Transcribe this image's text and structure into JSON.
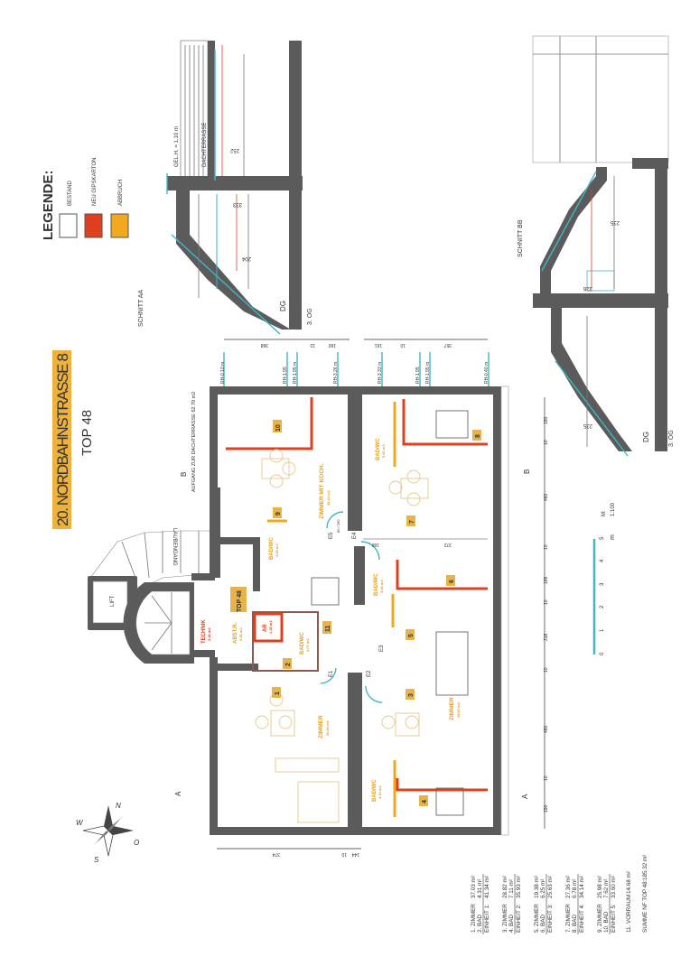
{
  "legend": {
    "title": "LEGENDE:",
    "items": [
      {
        "label": "BESTAND",
        "color": "#ffffff"
      },
      {
        "label": "NEU GIPSKARTON",
        "color": "#e0401e"
      },
      {
        "label": "ABBRUCH",
        "color": "#f2a81f"
      }
    ]
  },
  "header": {
    "title": "20. NORDBAHNSTRASSE 8",
    "subtitle": "TOP 48",
    "title_bg": "#f0b13a"
  },
  "section_aa": {
    "label": "SCHNITT AA",
    "railing": "GEL.H. = 1.10 m",
    "terrace": "DACHTERRASSE",
    "dims": [
      "252",
      "333",
      "204"
    ],
    "floors": [
      "DG",
      "3. OG"
    ]
  },
  "section_bb": {
    "label": "SCHNITT BB",
    "dims": [
      "235",
      "328",
      "235"
    ],
    "floors": [
      "DG",
      "3. OG"
    ]
  },
  "top_dims": [
    "368",
    "10",
    "160",
    "161",
    "10",
    "357"
  ],
  "ceiling_heights": [
    "RH-0.10 m",
    "RH-1.95",
    "RH-1.95 m",
    "RH-3.26 m",
    "RH-3.33 m",
    "RH-1.95",
    "RH-1.95 m",
    "RH-0.40 m"
  ],
  "right_dims": [
    "190",
    "10",
    "460",
    "10",
    "168",
    "10",
    "316",
    "10",
    "480",
    "10",
    "190"
  ],
  "left_dims": [
    "374",
    "10",
    "144"
  ],
  "section_markers": {
    "a": "A",
    "b": "B"
  },
  "plan": {
    "stair_label": "LAUBENGANG",
    "lift_label": "LIFT",
    "access_label": "AUFGANG ZUR DACHTERRASSE 62.70 m2",
    "top_label": "TOP 48",
    "technik": {
      "name": "TECHNIK",
      "area": "3.45 m2"
    },
    "abstr": {
      "name": "ABST.R.",
      "area": "5.58 m2"
    },
    "ar": {
      "name": "AR",
      "area": "1.35 m2"
    },
    "rooms": [
      {
        "num": "10"
      },
      {
        "num": "9"
      },
      {
        "num": "8"
      },
      {
        "num": "7"
      },
      {
        "num": "6"
      },
      {
        "num": "5"
      },
      {
        "num": "11"
      },
      {
        "num": "2"
      },
      {
        "num": "1"
      },
      {
        "num": "3"
      },
      {
        "num": "4"
      }
    ],
    "room_labels": [
      {
        "name": "ZIMMER MIT KOCH.",
        "area": "26.16 m2"
      },
      {
        "name": "BAD/WC",
        "area": "4.69 m2"
      },
      {
        "name": "BAD/WC",
        "area": "3.60 m2"
      },
      {
        "name": "BAD/WC",
        "area": "4.16 m2"
      },
      {
        "name": "BAD/WC",
        "area": "4.07 m2"
      },
      {
        "name": "ZIMMER",
        "area": "36.93 m2"
      },
      {
        "name": "ZIMMER",
        "area": "28.82 m2"
      },
      {
        "name": "BAD/WC",
        "area": "4.16 m2"
      }
    ],
    "doors": [
      "E1",
      "E2",
      "E3",
      "E4",
      "E5"
    ],
    "door_size": "80 / 200",
    "dim_166": "166",
    "dim_372": "372"
  },
  "scale": {
    "ticks": [
      "0",
      "1",
      "2",
      "3",
      "4",
      "5"
    ],
    "unit": "m",
    "label": "M:",
    "ratio": "1:100"
  },
  "compass": {
    "n": "N",
    "s": "S",
    "o": "O",
    "w": "W"
  },
  "area_table": {
    "groups": [
      {
        "rows": [
          [
            "1. ZIMMER",
            "37.03 m²"
          ],
          [
            "2. BAD",
            "4.31 m²"
          ]
        ],
        "total": [
          "EINHEIT 1:",
          "41.34 m²"
        ]
      },
      {
        "rows": [
          [
            "3. ZIMMER",
            "28.82 m²"
          ],
          [
            "4. BAD",
            "7.11 m²"
          ]
        ],
        "total": [
          "EINHEIT 2:",
          "35.93 m²"
        ]
      },
      {
        "rows": [
          [
            "5. ZIMMER",
            "19.38 m²"
          ],
          [
            "6. BAD",
            "6.25 m²"
          ]
        ],
        "total": [
          "EINHEIT 3:",
          "25.63 m²"
        ]
      },
      {
        "rows": [
          [
            "7. ZIMMER",
            "27.36 m²"
          ],
          [
            "8. BAD",
            "6.78 m²"
          ]
        ],
        "total": [
          "EINHEIT 4:",
          "34.14 m²"
        ]
      },
      {
        "rows": [
          [
            "9. ZIMMER",
            "25.98 m²"
          ],
          [
            "10. BAD",
            "7.62 m²"
          ]
        ],
        "total": [
          "EINHEIT 5:",
          "33.60 m²"
        ]
      }
    ],
    "vorraum": [
      "11. VORRAUM",
      "14.68 m²"
    ],
    "sum": [
      "SUMME NF TOP 48:",
      "185.32 m²"
    ]
  }
}
